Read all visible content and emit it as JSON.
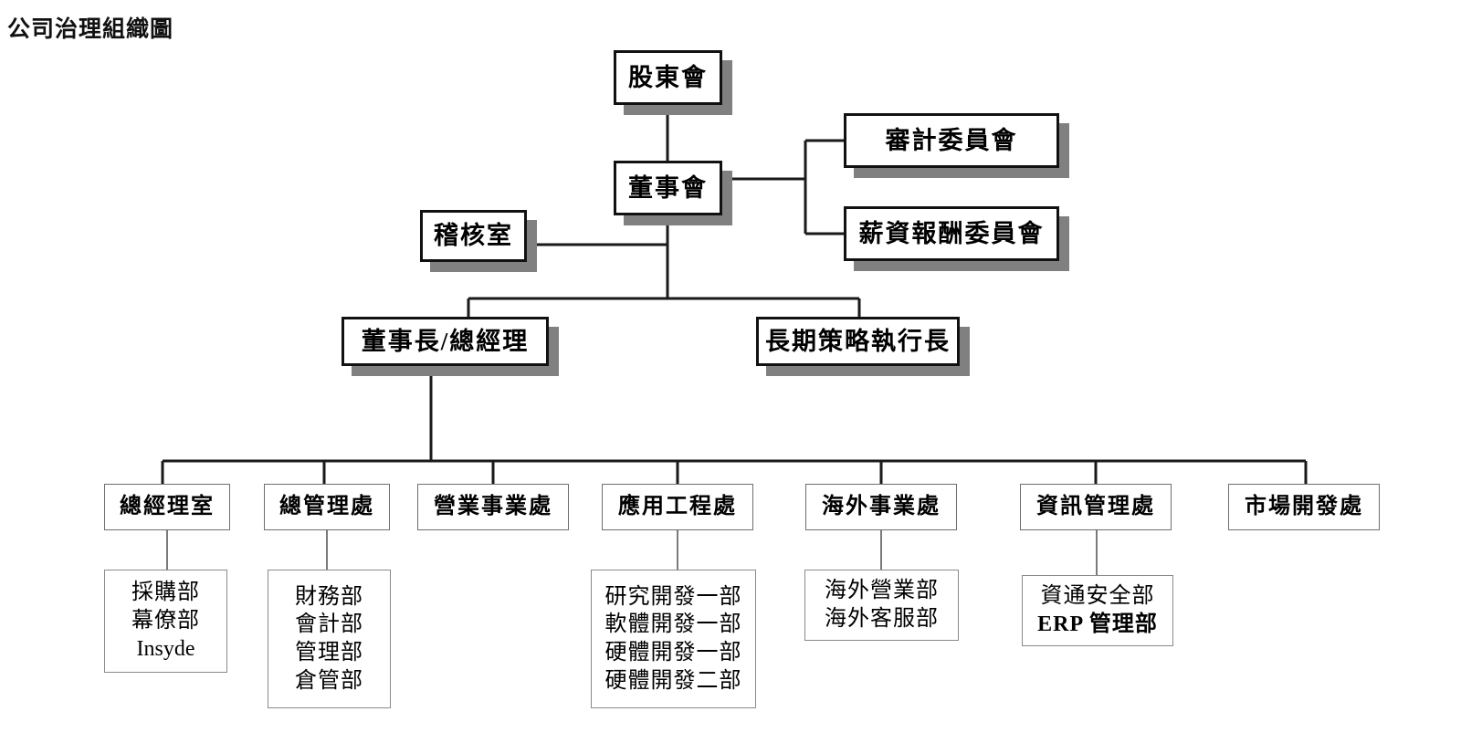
{
  "title": "公司治理組織圖",
  "colors": {
    "background": "#ffffff",
    "box_border_strong": "#111111",
    "box_border_thin": "#6e6e6e",
    "shadow": "#808080",
    "line": "#1a1a1a",
    "line_thin": "#6e6e6e",
    "text": "#000000"
  },
  "chart_data": {
    "type": "diagram",
    "subtype": "organization-chart",
    "title": "公司治理組織圖",
    "nodes": [
      {
        "id": "shareholders",
        "label": "股東會",
        "tier": "top",
        "level": 0
      },
      {
        "id": "board",
        "label": "董事會",
        "tier": "top",
        "level": 1
      },
      {
        "id": "audit-cmte",
        "label": "審計委員會",
        "tier": "top",
        "level": 1
      },
      {
        "id": "comp-cmte",
        "label": "薪資報酬委員會",
        "tier": "top",
        "level": 1
      },
      {
        "id": "audit-office",
        "label": "稽核室",
        "tier": "top",
        "level": 1
      },
      {
        "id": "chairman",
        "label": "董事長/總經理",
        "tier": "top",
        "level": 2
      },
      {
        "id": "strategy",
        "label": "長期策略執行長",
        "tier": "top",
        "level": 2
      },
      {
        "id": "gm-office",
        "label": "總經理室",
        "tier": "division",
        "level": 3
      },
      {
        "id": "admin",
        "label": "總管理處",
        "tier": "division",
        "level": 3
      },
      {
        "id": "sales",
        "label": "營業事業處",
        "tier": "division",
        "level": 3
      },
      {
        "id": "app-eng",
        "label": "應用工程處",
        "tier": "division",
        "level": 3
      },
      {
        "id": "overseas",
        "label": "海外事業處",
        "tier": "division",
        "level": 3
      },
      {
        "id": "it",
        "label": "資訊管理處",
        "tier": "division",
        "level": 3
      },
      {
        "id": "market-dev",
        "label": "市場開發處",
        "tier": "division",
        "level": 3
      }
    ],
    "edges": [
      {
        "from": "shareholders",
        "to": "board"
      },
      {
        "from": "board",
        "to": "audit-cmte"
      },
      {
        "from": "board",
        "to": "comp-cmte"
      },
      {
        "from": "board",
        "to": "audit-office"
      },
      {
        "from": "board",
        "to": "chairman"
      },
      {
        "from": "board",
        "to": "strategy"
      },
      {
        "from": "chairman",
        "to": "gm-office"
      },
      {
        "from": "chairman",
        "to": "admin"
      },
      {
        "from": "chairman",
        "to": "sales"
      },
      {
        "from": "chairman",
        "to": "app-eng"
      },
      {
        "from": "chairman",
        "to": "overseas"
      },
      {
        "from": "chairman",
        "to": "it"
      },
      {
        "from": "chairman",
        "to": "market-dev"
      },
      {
        "from": "gm-office",
        "to": "gm-office-depts"
      },
      {
        "from": "admin",
        "to": "admin-depts"
      },
      {
        "from": "app-eng",
        "to": "app-eng-depts"
      },
      {
        "from": "overseas",
        "to": "overseas-depts"
      },
      {
        "from": "it",
        "to": "it-depts"
      }
    ]
  },
  "boxes": {
    "shareholders": {
      "label": "股東會"
    },
    "board": {
      "label": "董事會"
    },
    "audit_committee": {
      "label": "審計委員會"
    },
    "compensation_committee": {
      "label": "薪資報酬委員會"
    },
    "audit_office": {
      "label": "稽核室"
    },
    "chairman_gm": {
      "label": "董事長/總經理"
    },
    "strategy_officer": {
      "label": "長期策略執行長"
    }
  },
  "divisions": [
    {
      "id": "gm-office",
      "label": "總經理室"
    },
    {
      "id": "admin",
      "label": "總管理處"
    },
    {
      "id": "sales",
      "label": "營業事業處"
    },
    {
      "id": "app-eng",
      "label": "應用工程處"
    },
    {
      "id": "overseas",
      "label": "海外事業處"
    },
    {
      "id": "it",
      "label": "資訊管理處"
    },
    {
      "id": "market-dev",
      "label": "市場開發處"
    }
  ],
  "departments": {
    "gm_office": {
      "parent": "總經理室",
      "lines": [
        {
          "text": "採購部",
          "bold": false,
          "latin": false
        },
        {
          "text": "幕僚部",
          "bold": false,
          "latin": false
        },
        {
          "text": "Insyde",
          "bold": false,
          "latin": true
        }
      ]
    },
    "admin": {
      "parent": "總管理處",
      "lines": [
        {
          "text": "財務部",
          "bold": false,
          "latin": false
        },
        {
          "text": "會計部",
          "bold": false,
          "latin": false
        },
        {
          "text": "管理部",
          "bold": false,
          "latin": false
        },
        {
          "text": "倉管部",
          "bold": false,
          "latin": false
        }
      ]
    },
    "app_eng": {
      "parent": "應用工程處",
      "lines": [
        {
          "text": "研究開發一部",
          "bold": false,
          "latin": false
        },
        {
          "text": "軟體開發一部",
          "bold": false,
          "latin": false
        },
        {
          "text": "硬體開發一部",
          "bold": false,
          "latin": false
        },
        {
          "text": "硬體開發二部",
          "bold": false,
          "latin": false
        }
      ]
    },
    "overseas": {
      "parent": "海外事業處",
      "lines": [
        {
          "text": "海外營業部",
          "bold": false,
          "latin": false
        },
        {
          "text": "海外客服部",
          "bold": false,
          "latin": false
        }
      ]
    },
    "it": {
      "parent": "資訊管理處",
      "lines": [
        {
          "text": "資通安全部",
          "bold": false,
          "latin": false
        },
        {
          "text": "ERP 管理部",
          "bold": true,
          "latin": false
        }
      ]
    }
  }
}
